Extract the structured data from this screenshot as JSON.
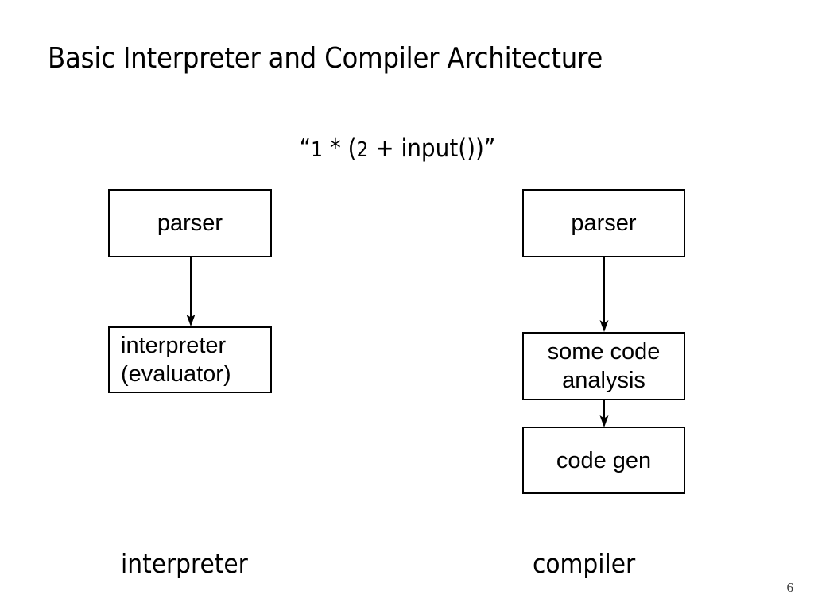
{
  "slide": {
    "title": "Basic Interpreter and Compiler Architecture",
    "page_number": "6",
    "background_color": "#ffffff",
    "text_color": "#000000",
    "stroke_color": "#000000"
  },
  "code_string": {
    "full": "“1 * (2 + input())”",
    "open_quote": "“",
    "tokens": {
      "one": "1",
      "star": " * (",
      "two": "2",
      "rest": " + input())"
    },
    "close_quote": "”"
  },
  "diagram": {
    "type": "flowchart",
    "pipelines": [
      {
        "name": "interpreter",
        "caption": "interpreter",
        "nodes": [
          {
            "id": "parser-left",
            "lines": [
              "parser"
            ],
            "align": "center"
          },
          {
            "id": "interpreter",
            "lines": [
              "interpreter",
              "(evaluator)"
            ],
            "align": "left"
          }
        ],
        "edges": [
          {
            "from": "parser-left",
            "to": "interpreter",
            "style": "arrow-down"
          }
        ]
      },
      {
        "name": "compiler",
        "caption": "compiler",
        "nodes": [
          {
            "id": "parser-right",
            "lines": [
              "parser"
            ],
            "align": "center"
          },
          {
            "id": "analysis",
            "lines": [
              "some code",
              "analysis"
            ],
            "align": "center"
          },
          {
            "id": "codegen",
            "lines": [
              "code gen"
            ],
            "align": "center"
          }
        ],
        "edges": [
          {
            "from": "parser-right",
            "to": "analysis",
            "style": "arrow-down"
          },
          {
            "from": "analysis",
            "to": "codegen",
            "style": "arrow-down"
          }
        ]
      }
    ],
    "labels": {
      "parser": "parser",
      "interpreter_line1": "interpreter",
      "interpreter_line2": "(evaluator)",
      "analysis_line1": "some code",
      "analysis_line2": "analysis",
      "codegen": "code gen"
    },
    "captions": {
      "left": "interpreter",
      "right": "compiler"
    }
  }
}
